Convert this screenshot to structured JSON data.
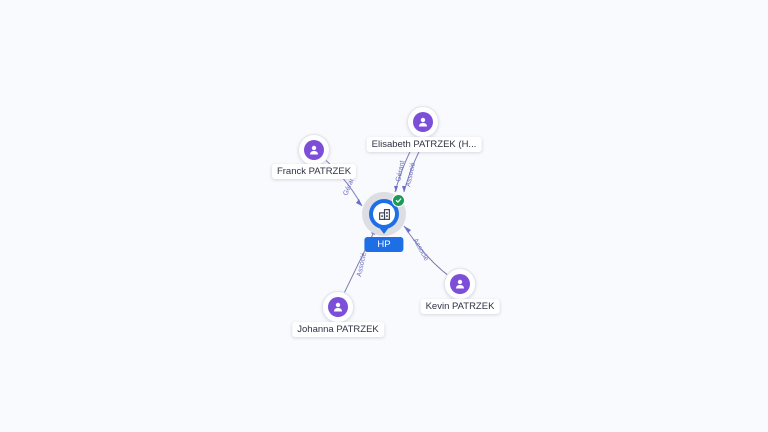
{
  "colors": {
    "background": "#f9fafd",
    "person_icon": "#7d4fd8",
    "company_pin": "#1e6fe6",
    "status_ok": "#1a9a55",
    "edge_label": "#6c6fc7"
  },
  "company": {
    "label": "HP",
    "icon": "building-icon",
    "status_icon": "check-icon"
  },
  "persons": [
    {
      "id": "franck",
      "label": "Franck PATRZEK",
      "icon": "person-icon"
    },
    {
      "id": "elisabeth",
      "label": "Elisabeth PATRZEK (H...",
      "icon": "person-icon"
    },
    {
      "id": "johanna",
      "label": "Johanna PATRZEK",
      "icon": "person-icon"
    },
    {
      "id": "kevin",
      "label": "Kevin PATRZEK",
      "icon": "person-icon"
    }
  ],
  "edges": [
    {
      "from": "franck",
      "label": "Gérant"
    },
    {
      "from": "elisabeth",
      "label": "Gérant"
    },
    {
      "from": "elisabeth",
      "label": "Associé"
    },
    {
      "from": "johanna",
      "label": "Associé"
    },
    {
      "from": "kevin",
      "label": "Associé"
    }
  ]
}
